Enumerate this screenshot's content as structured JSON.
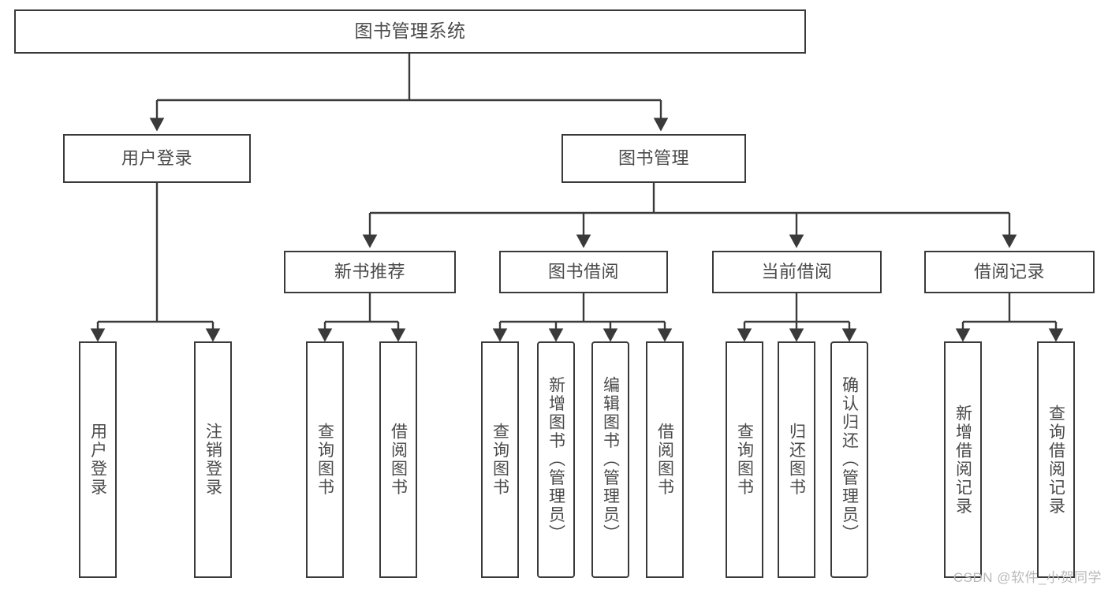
{
  "diagram": {
    "type": "tree-hierarchy-chart",
    "title_text": "图书管理系统",
    "colors": {
      "box_border": "#3a3a3a",
      "box_fill": "#ffffff",
      "text": "#4a4a4a",
      "connector": "#3a3a3a",
      "watermark": "#b9b9b9",
      "background": "#ffffff"
    },
    "root": {
      "label": "图书管理系统"
    },
    "level2": [
      {
        "label": "用户登录"
      },
      {
        "label": "图书管理"
      }
    ],
    "level3": [
      {
        "label": "新书推荐"
      },
      {
        "label": "图书借阅"
      },
      {
        "label": "当前借阅"
      },
      {
        "label": "借阅记录"
      }
    ],
    "leaves": {
      "user_login": [
        {
          "label": "用户登录",
          "rounded": false
        },
        {
          "label": "注销登录",
          "rounded": false
        }
      ],
      "new_book_recommend": [
        {
          "label": "查询图书",
          "rounded": false
        },
        {
          "label": "借阅图书",
          "rounded": false
        }
      ],
      "book_borrow": [
        {
          "label": "查询图书",
          "rounded": false
        },
        {
          "label": "新增图书（管理员）",
          "rounded": true
        },
        {
          "label": "编辑图书（管理员）",
          "rounded": true
        },
        {
          "label": "借阅图书",
          "rounded": false
        }
      ],
      "current_borrow": [
        {
          "label": "查询图书",
          "rounded": false
        },
        {
          "label": "归还图书",
          "rounded": false
        },
        {
          "label": "确认归还（管理员）",
          "rounded": true
        }
      ],
      "borrow_record": [
        {
          "label": "新增借阅记录",
          "rounded": false
        },
        {
          "label": "查询借阅记录",
          "rounded": false
        }
      ]
    },
    "watermark": "CSDN @软件_小贺同学"
  }
}
